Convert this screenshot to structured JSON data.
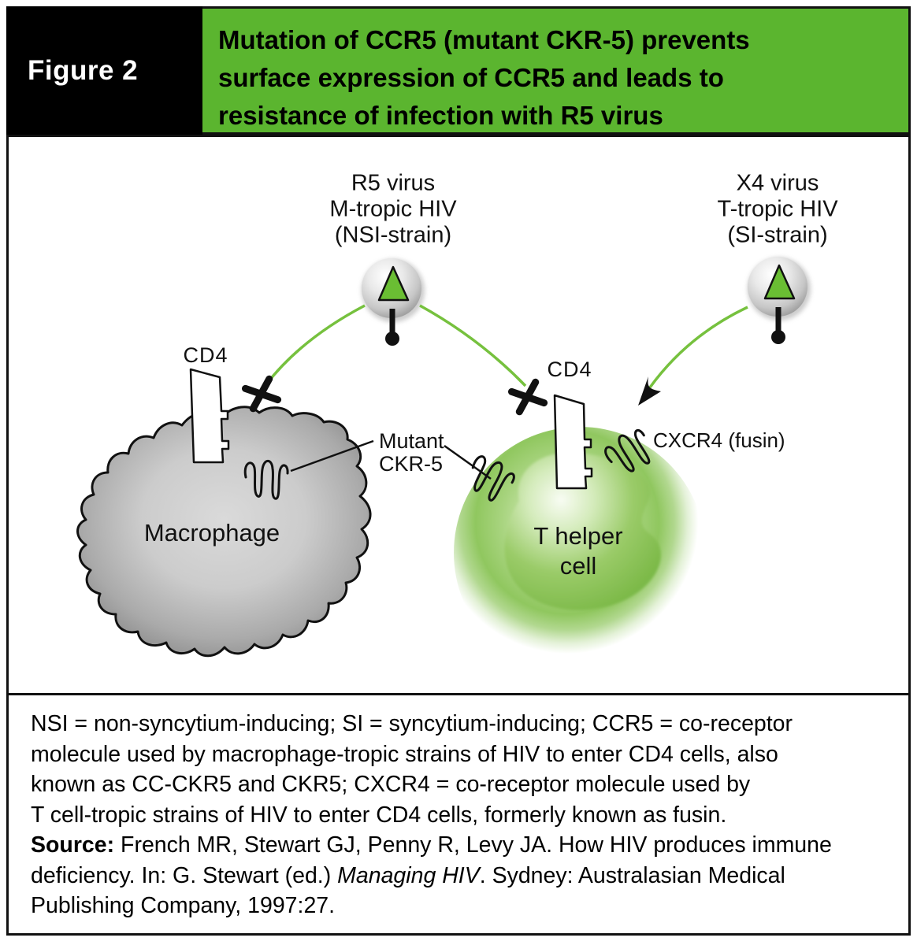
{
  "header": {
    "figure_label": "Figure 2",
    "title_lines": {
      "0": "Mutation of CCR5 (mutant CKR-5) prevents",
      "1": "surface expression of CCR5 and leads to",
      "2": "resistance of infection with R5 virus"
    }
  },
  "diagram": {
    "r5_virus": {
      "line1": "R5 virus",
      "line2": "M-tropic HIV",
      "line3": "(NSI-strain)"
    },
    "x4_virus": {
      "line1": "X4 virus",
      "line2": "T-tropic HIV",
      "line3": "(SI-strain)"
    },
    "macrophage": {
      "label": "Macrophage",
      "cd4_label": "CD4"
    },
    "t_helper": {
      "label_line1": "T helper",
      "label_line2": "cell",
      "cd4_label": "CD4",
      "cxcr4_label": "CXCR4 (fusin)"
    },
    "mutant_ckr5": {
      "line1": "Mutant",
      "line2": "CKR-5"
    },
    "colors": {
      "header_green": "#5bb52f",
      "arrow_green": "#76c13e",
      "triangle_green": "#6abe33",
      "cell_green": "#90c75f",
      "macrophage_gray": "#a8a8a8",
      "line_black": "#111111"
    }
  },
  "caption": {
    "definition_lines": {
      "0": "NSI = non-syncytium-inducing; SI = syncytium-inducing; CCR5 = co-receptor",
      "1": "molecule used by macrophage-tropic strains of HIV to enter CD4 cells, also",
      "2": "known as CC-CKR5 and CKR5; CXCR4 = co-receptor molecule used by",
      "3": "T cell-tropic strains of HIV to enter CD4 cells, formerly known as fusin."
    },
    "source": {
      "label": "Source:",
      "part1": " French MR, Stewart GJ, Penny R, Levy JA. How HIV produces immune",
      "part2": "deficiency. In: G. Stewart (ed.) ",
      "italic": "Managing HIV",
      "part3": ". Sydney: Australasian Medical",
      "part4": "Publishing Company, 1997:27."
    }
  }
}
